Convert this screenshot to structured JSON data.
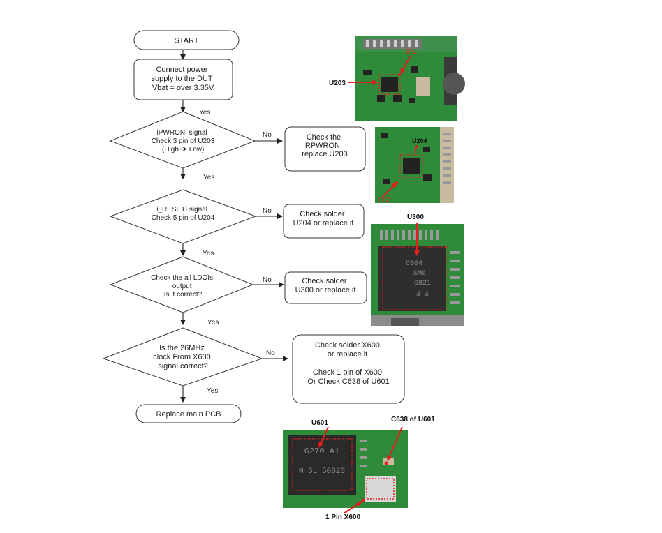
{
  "flow": {
    "start": "START",
    "step1": [
      "Connect power",
      "supply to the DUT",
      "Vbat = over 3.35V"
    ],
    "yes1": "Yes",
    "dec1": [
      "iPWRONî signal",
      "Check 3 pin of U203",
      "(High ",
      " Low)"
    ],
    "no1": "No",
    "act1": [
      "Check the",
      "RPWRON,",
      "replace U203"
    ],
    "yes2": "Yes",
    "dec2": [
      "i_RESETî signal",
      "Check 5 pin of U204"
    ],
    "no2": "No",
    "act2": [
      "Check solder",
      "U204 or replace it"
    ],
    "yes3": "Yes",
    "dec3": [
      "Check the all LDOìs",
      "output",
      "Is it correct?"
    ],
    "no3": "No",
    "act3": [
      "Check solder",
      "U300 or replace it"
    ],
    "yes4": "Yes",
    "dec4": [
      "Is the 26MHz",
      "clock From X600",
      "signal correct?"
    ],
    "no4": "No",
    "act4": [
      "Check solder X600",
      "or replace it",
      "Check 1 pin of X600",
      "Or Check C638 of U601"
    ],
    "yes5": "Yes",
    "end": "Replace main PCB"
  },
  "photos": {
    "u203": {
      "callout": "U203",
      "tp": "TP1"
    },
    "u204": {
      "callout": "U204",
      "tp": "TP2"
    },
    "u300": {
      "callout": "U300",
      "chip_text": [
        "CB04",
        "SM6",
        "G821",
        "3 3"
      ]
    },
    "u601": {
      "callout": "U601",
      "c638": "C638 of U601",
      "pin": "1 Pin X600",
      "chip_text": [
        "G270 A1",
        "M 6L 50820"
      ]
    }
  },
  "colors": {
    "pcb": "#2f8a3a",
    "pcb_dark": "#1d5e26",
    "chip": "#2a2a2a",
    "marker": "#e41d1d"
  }
}
